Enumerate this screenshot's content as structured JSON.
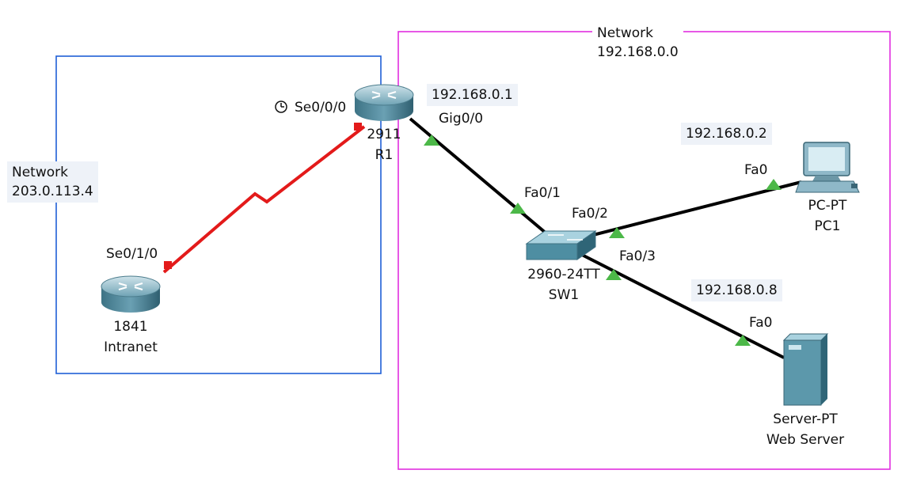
{
  "networks": {
    "left": {
      "label_line1": "Network",
      "label_line2": "203.0.113.4",
      "border_color": "#1f5fd6"
    },
    "right": {
      "label_line1": "Network",
      "label_line2": "192.168.0.0",
      "border_color": "#e12ee0"
    }
  },
  "devices": {
    "r1": {
      "model": "2911",
      "name": "R1",
      "ip": "192.168.0.1",
      "port_gig": "Gig0/0",
      "port_serial": "Se0/0/0"
    },
    "intranet": {
      "model": "1841",
      "name": "Intranet",
      "port_serial": "Se0/1/0"
    },
    "sw1": {
      "model": "2960-24TT",
      "name": "SW1",
      "port_1": "Fa0/1",
      "port_2": "Fa0/2",
      "port_3": "Fa0/3"
    },
    "pc1": {
      "model": "PC-PT",
      "name": "PC1",
      "ip": "192.168.0.2",
      "port": "Fa0"
    },
    "server": {
      "model": "Server-PT",
      "name": "Web Server",
      "ip": "192.168.0.8",
      "port": "Fa0"
    }
  },
  "colors": {
    "serial_link": "#e31a1a",
    "ethernet_link": "#000000",
    "port_up": "#4cb848"
  },
  "icons": {
    "clock": "clock-icon"
  }
}
